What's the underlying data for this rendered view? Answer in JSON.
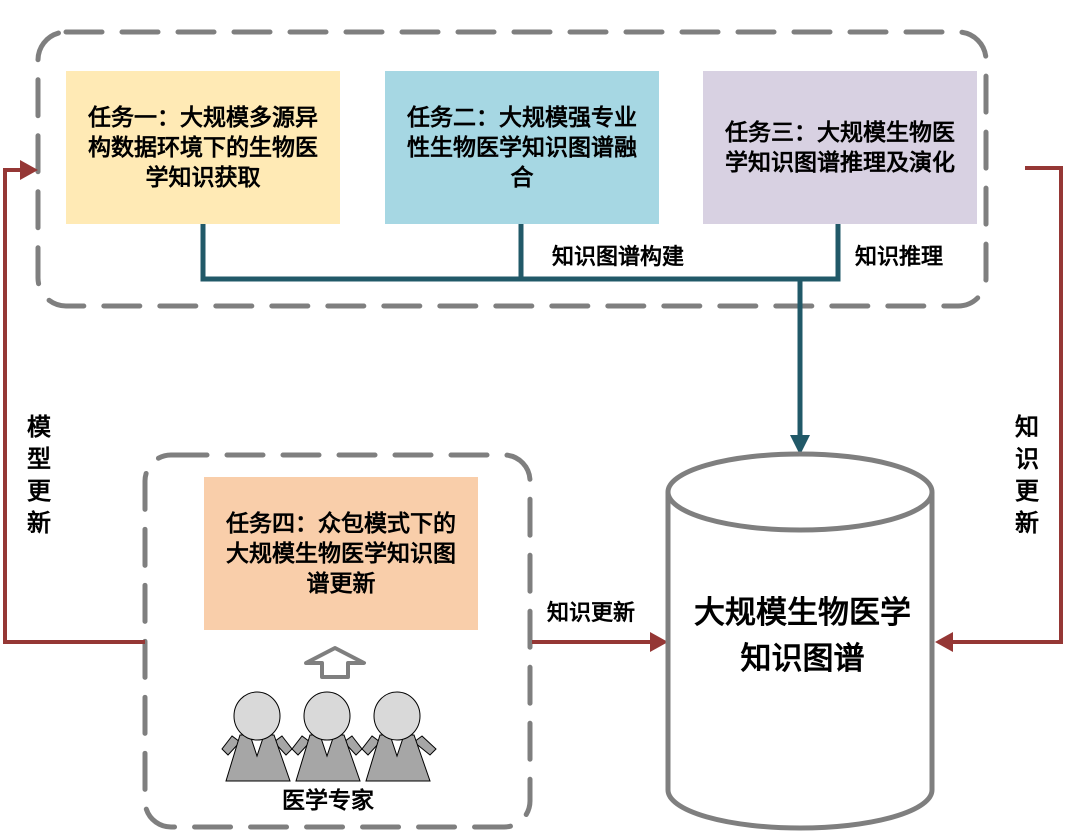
{
  "tasks": [
    {
      "id": "task-1",
      "text": "任务一：大规模多源异构数据环境下的生物医学知识获取",
      "color": "#FFEAB5"
    },
    {
      "id": "task-2",
      "text": "任务二：大规模强专业性生物医学知识图谱融合",
      "color": "#A6D7E3"
    },
    {
      "id": "task-3",
      "text": "任务三：大规模生物医学知识图谱推理及演化",
      "color": "#D8D1E2"
    },
    {
      "id": "task-4",
      "text": "任务四：众包模式下的大规模生物医学知识图谱更新",
      "color": "#F9CEAA"
    }
  ],
  "labels": {
    "kg_construction": "知识图谱构建",
    "knowledge_reasoning": "知识推理",
    "model_update": "模型更新",
    "knowledge_update_right": "知识更新",
    "knowledge_update_mid": "知识更新",
    "experts": "医学专家"
  },
  "database": {
    "title": "大规模生物医学知识图谱"
  },
  "colors": {
    "dashed_border": "#7F7F7F",
    "teal_line": "#215968",
    "red_line": "#953735",
    "person_head": "#D9D9D9",
    "person_body": "#A6A6A6"
  }
}
